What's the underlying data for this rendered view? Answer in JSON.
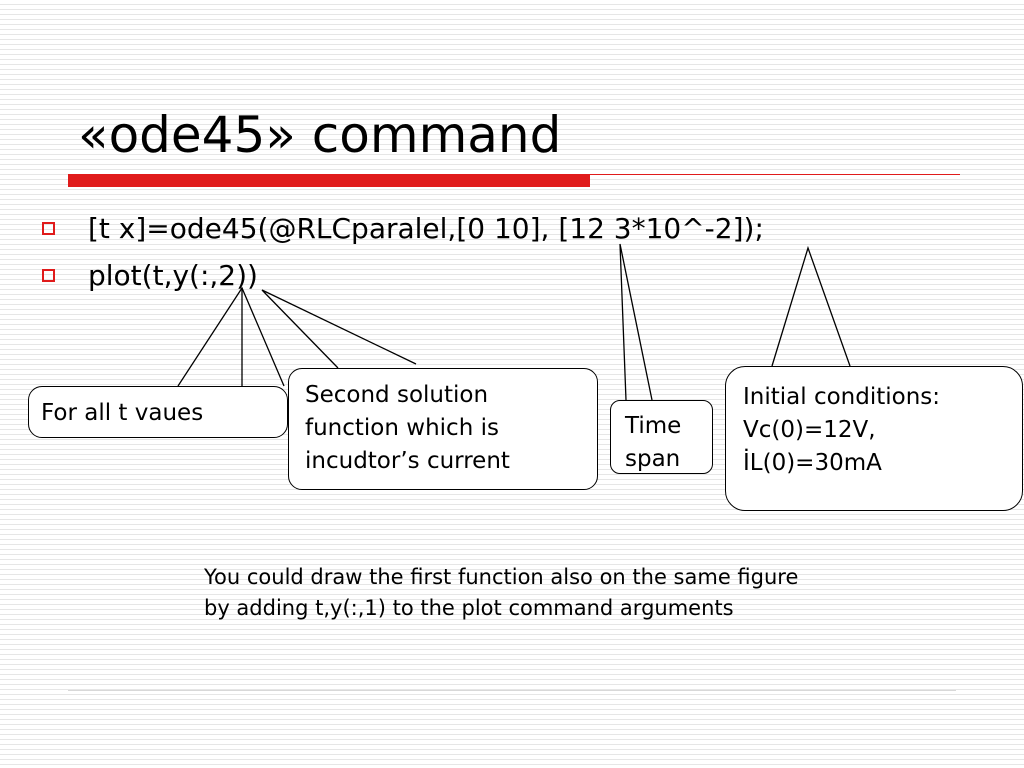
{
  "slide": {
    "title": "«ode45» command",
    "bullets": [
      "[t x]=ode45(@RLCparalel,[0 10], [12 3*10^-2]);",
      "plot(t,y(:,2))"
    ],
    "callouts": {
      "all_t": [
        "For all t vaues"
      ],
      "second_solution": [
        "Second solution",
        "function which is",
        "incudtor’s current"
      ],
      "time_span": [
        "Time",
        "span"
      ],
      "initial_conditions": [
        "Initial conditions:",
        "Vc(0)=12V,",
        "İL(0)=30mA"
      ]
    },
    "note": [
      "You could draw the first function also on the same figure",
      "by adding t,y(:,1) to the plot command arguments"
    ]
  },
  "colors": {
    "accent": "#e01b1b",
    "background": "#ffffff",
    "stripe": "#e6e6e6"
  }
}
